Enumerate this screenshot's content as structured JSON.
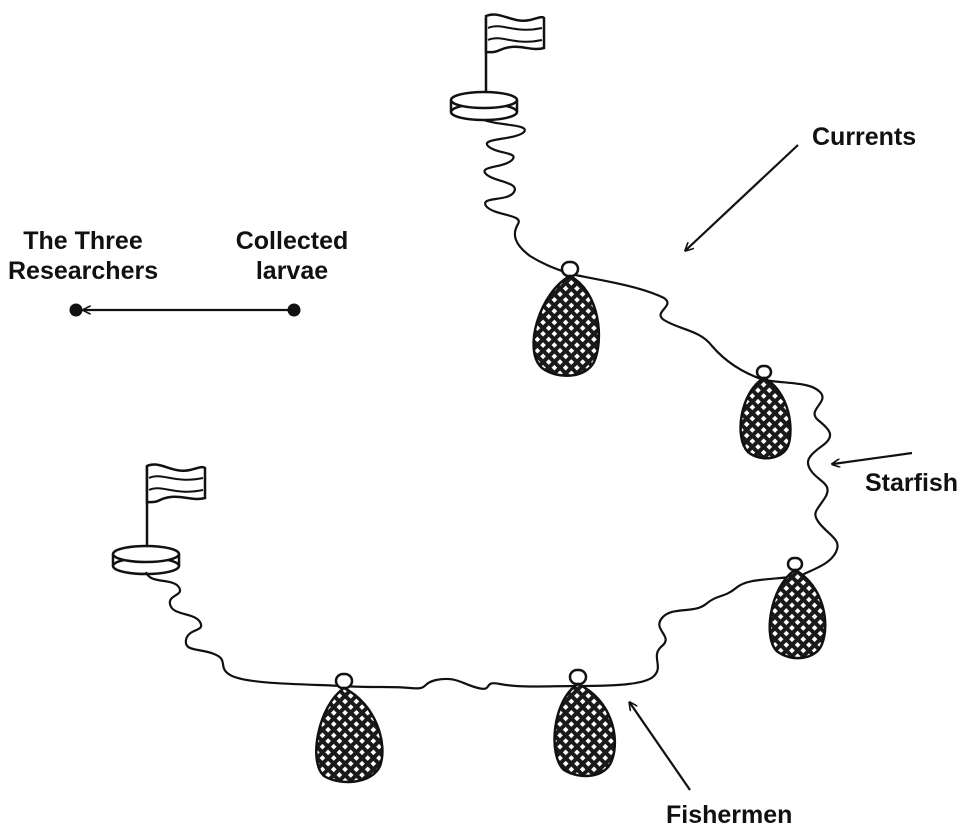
{
  "diagram": {
    "labels": {
      "currents": "Currents",
      "starfish": "Starfish",
      "fishermen": "Fishermen",
      "researchers_line1": "The Three",
      "researchers_line2": "Researchers",
      "larvae_line1": "Collected",
      "larvae_line2": "larvae"
    },
    "colors": {
      "ink": "#111111",
      "paper": "#ffffff"
    },
    "icons": [
      "flag-buoy-icon",
      "net-bag-icon",
      "arrow-icon"
    ]
  }
}
